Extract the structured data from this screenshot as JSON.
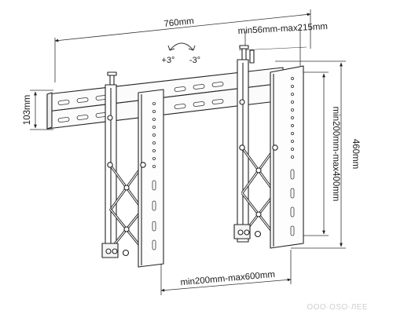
{
  "dimensions": {
    "overall_width": "760mm",
    "vertical_arm_spacing": "min56mm-max215mm",
    "rail_height": "103mm",
    "overall_height": "460mm",
    "vertical_hole_spacing": "min200mm-max400mm",
    "horizontal_hole_spacing": "min200mm-max600mm"
  },
  "tilt": {
    "positive": "+3°",
    "negative": "-3°"
  },
  "watermark": "ООО·OSO·ЛЕЕ"
}
